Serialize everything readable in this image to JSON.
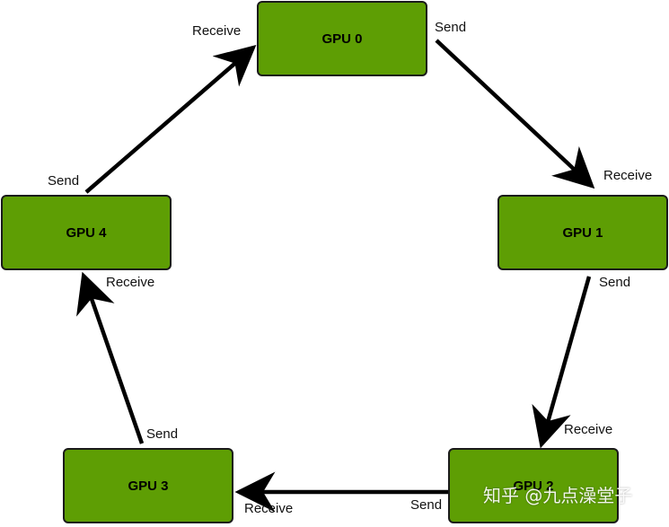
{
  "diagram": {
    "nodes": [
      {
        "id": "gpu0",
        "label": "GPU 0"
      },
      {
        "id": "gpu1",
        "label": "GPU 1"
      },
      {
        "id": "gpu2",
        "label": "GPU 2"
      },
      {
        "id": "gpu3",
        "label": "GPU 3"
      },
      {
        "id": "gpu4",
        "label": "GPU 4"
      }
    ],
    "edges": [
      {
        "from": "gpu0",
        "to": "gpu1",
        "send_label": "Send",
        "receive_label": "Receive"
      },
      {
        "from": "gpu1",
        "to": "gpu2",
        "send_label": "Send",
        "receive_label": "Receive"
      },
      {
        "from": "gpu2",
        "to": "gpu3",
        "send_label": "Send",
        "receive_label": "Receive"
      },
      {
        "from": "gpu3",
        "to": "gpu4",
        "send_label": "Send",
        "receive_label": "Receive"
      },
      {
        "from": "gpu4",
        "to": "gpu0",
        "send_label": "Send",
        "receive_label": "Receive"
      }
    ],
    "node_color": "#5e9e04",
    "arrow_color": "#000000"
  },
  "watermark": "知乎 @九点澡堂子"
}
